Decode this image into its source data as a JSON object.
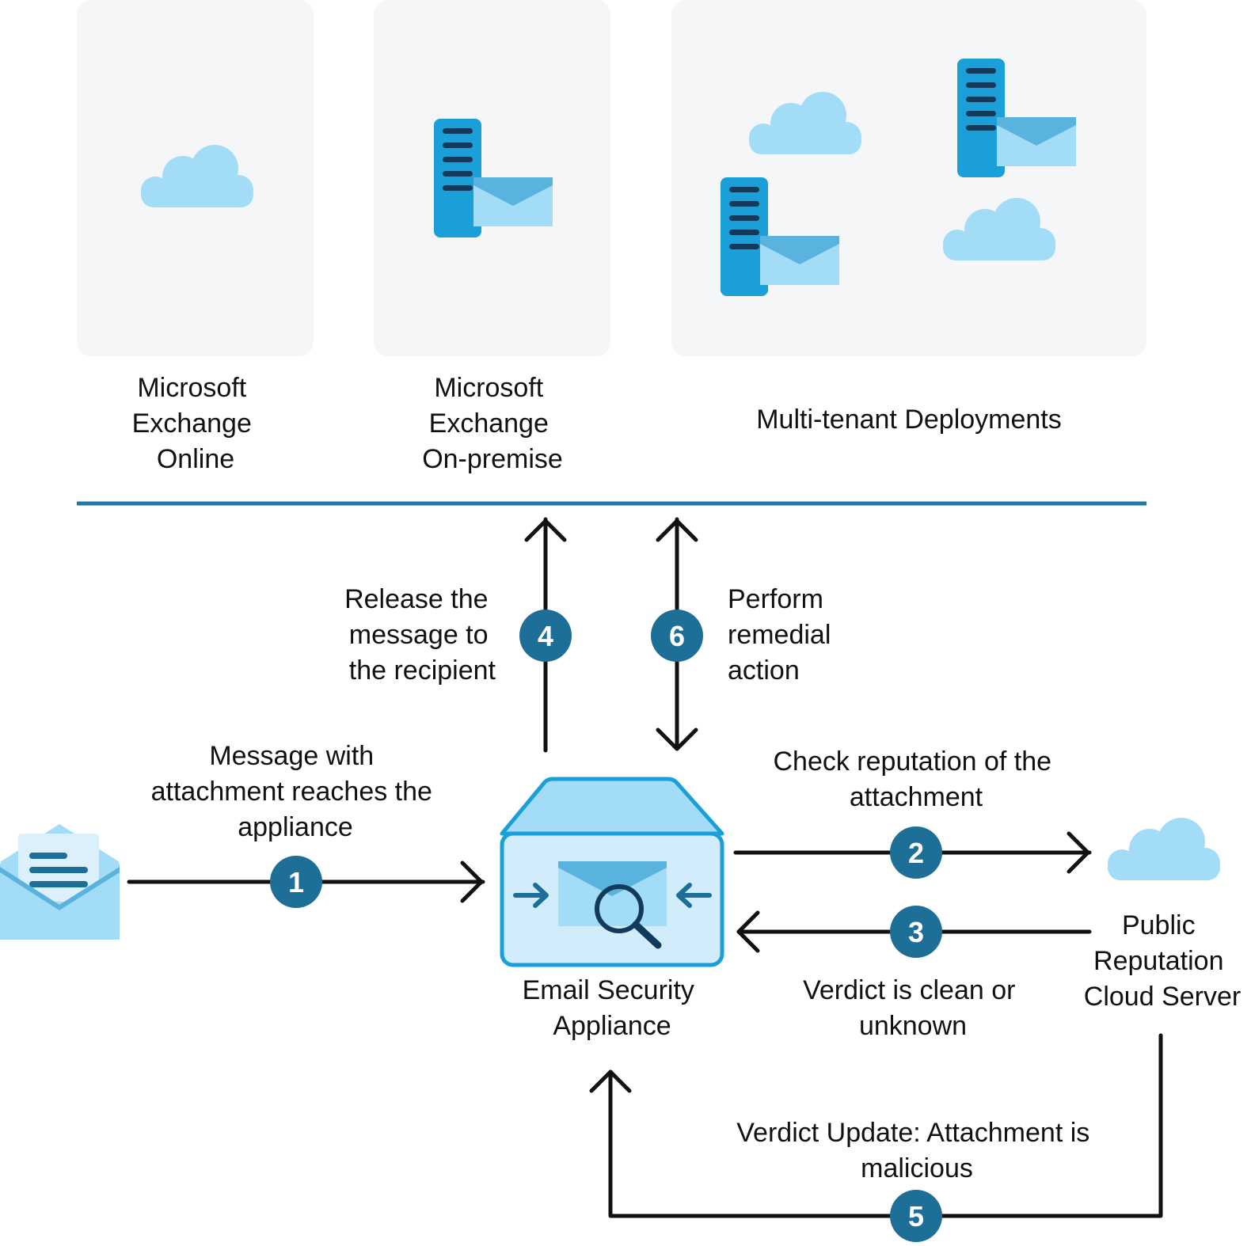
{
  "colors": {
    "panel": "#f5f6f8",
    "divider": "#1e7ba8",
    "step_badge": "#1d6f98",
    "cloud": "#a2dcf7",
    "server": "#1b9fd8",
    "server_slot": "#123a5c",
    "envelope": "#a2dcf7",
    "envelope_flap": "#5ab3de",
    "arrow": "#111111"
  },
  "panels": [
    {
      "id": "exchange-online",
      "label_lines": [
        "Microsoft",
        "Exchange",
        "Online"
      ],
      "icons": [
        "cloud-icon"
      ]
    },
    {
      "id": "exchange-onpremise",
      "label_lines": [
        "Microsoft",
        "Exchange",
        "On-premise"
      ],
      "icons": [
        "mail-server-icon"
      ]
    },
    {
      "id": "multi-tenant",
      "label_lines": [
        "Multi-tenant Deployments"
      ],
      "icons": [
        "cloud-icon",
        "mail-server-icon",
        "mail-server-icon",
        "cloud-icon"
      ]
    }
  ],
  "nodes": {
    "sender": {
      "icon": "open-envelope-icon"
    },
    "appliance": {
      "icon": "email-security-appliance-icon",
      "label_lines": [
        "Email Security",
        "Appliance"
      ]
    },
    "cloud_server": {
      "icon": "cloud-icon",
      "label_lines": [
        "Public",
        "Reputation",
        "Cloud Server"
      ]
    }
  },
  "steps": [
    {
      "number": "1",
      "label_lines": [
        "Message with",
        "attachment reaches the",
        "appliance"
      ]
    },
    {
      "number": "2",
      "label_lines": [
        "Check reputation of the",
        "attachment"
      ]
    },
    {
      "number": "3",
      "label_lines": [
        "Verdict is clean or",
        "unknown"
      ]
    },
    {
      "number": "4",
      "label_lines": [
        "Release the",
        "message to",
        "the recipient"
      ]
    },
    {
      "number": "5",
      "label_lines": [
        "Verdict Update: Attachment is",
        "malicious"
      ]
    },
    {
      "number": "6",
      "label_lines": [
        "Perform",
        "remedial",
        "action"
      ]
    }
  ]
}
